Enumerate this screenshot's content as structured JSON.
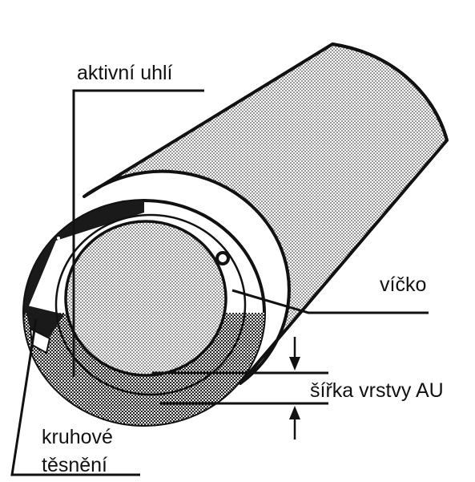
{
  "labels": {
    "activated_carbon": "aktivní uhlí",
    "cap": "víčko",
    "layer_width": "šířka vrstvy AU",
    "seal_line1": "kruhové",
    "seal_line2": "těsnění"
  },
  "colors": {
    "ink": "#111111",
    "paper": "#ffffff",
    "carbon_fill": "#1a1a1a"
  }
}
